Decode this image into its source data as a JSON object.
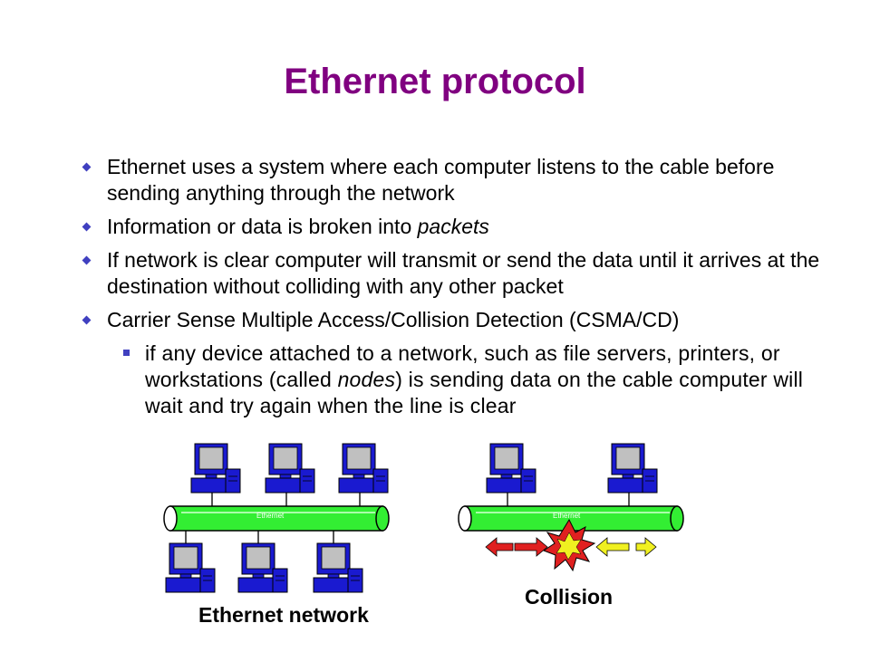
{
  "slide": {
    "title": "Ethernet protocol",
    "bullets": [
      {
        "parts": [
          "Ethernet uses a system where each computer listens to the cable before sending anything through the network"
        ]
      },
      {
        "parts": [
          "Information or data is broken into ",
          "packets"
        ]
      },
      {
        "parts": [
          "If network is clear computer will transmit or send the data until it arrives at the destination without colliding with any other packet"
        ]
      },
      {
        "parts": [
          "Carrier Sense Multiple Access/Collision Detection (CSMA/CD)"
        ]
      }
    ],
    "sub_bullet": {
      "parts": [
        "if any device attached to a network, such as file servers, printers, or workstations (called ",
        "nodes",
        ") is sending data on the cable computer will wait and try again when the line is clear"
      ]
    }
  },
  "diagram": {
    "network_label": "Ethernet network",
    "collision_label": "Collision",
    "cable_label_left": "Ethernet",
    "cable_label_right": "Ethernet",
    "colors": {
      "cable": "#33ee33",
      "screen": "#1a1ad0",
      "arrow_red": "#e02020",
      "arrow_yellow": "#f0f020",
      "title": "#800080"
    }
  }
}
